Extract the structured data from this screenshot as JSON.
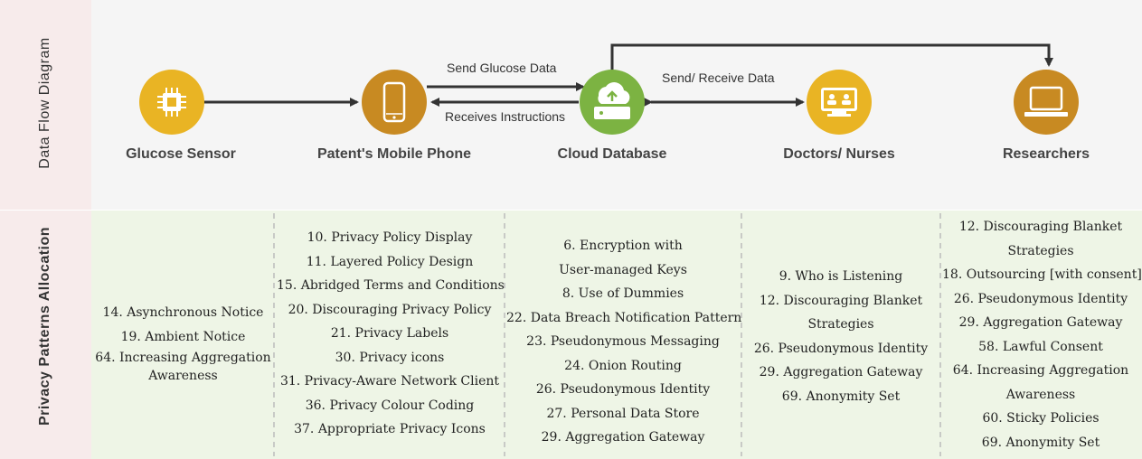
{
  "row_labels": {
    "top": "Data Flow Diagram",
    "bottom": "Privacy Patterns Allocation"
  },
  "nodes": [
    {
      "label": "Glucose Sensor",
      "icon": "chip-icon",
      "color": "#e9b424"
    },
    {
      "label": "Patent's Mobile Phone",
      "icon": "smartphone-icon",
      "color": "#c88a22"
    },
    {
      "label": "Cloud Database",
      "icon": "cloud-upload-icon",
      "color": "#7cb342"
    },
    {
      "label": "Doctors/ Nurses",
      "icon": "monitor-users-icon",
      "color": "#e9b424"
    },
    {
      "label": "Researchers",
      "icon": "laptop-icon",
      "color": "#c88a22"
    }
  ],
  "edges": {
    "send_glucose": "Send Glucose Data",
    "receives_instructions": "Receives Instructions",
    "send_receive": "Send/ Receive Data"
  },
  "columns": [
    [
      "14. Asynchronous Notice",
      "19. Ambient Notice",
      "64. Increasing Aggregation",
      "Awareness"
    ],
    [
      "10. Privacy Policy Display",
      "11. Layered Policy Design",
      "15. Abridged Terms and Conditions",
      "20. Discouraging Privacy Policy",
      "21. Privacy Labels",
      "30. Privacy icons",
      "31. Privacy-Aware Network Client",
      "36. Privacy Colour Coding",
      "37. Appropriate Privacy Icons"
    ],
    [
      "6. Encryption with",
      "User-managed Keys",
      "8. Use of Dummies",
      "22. Data Breach Notification Pattern",
      "23. Pseudonymous Messaging",
      "24. Onion Routing",
      "26. Pseudonymous Identity",
      "27. Personal Data Store",
      "29. Aggregation Gateway"
    ],
    [
      "9. Who is Listening",
      "12. Discouraging Blanket",
      "Strategies",
      "26. Pseudonymous Identity",
      "29. Aggregation Gateway",
      "69. Anonymity Set"
    ],
    [
      "12. Discouraging Blanket",
      "Strategies",
      "18. Outsourcing [with consent]",
      "26. Pseudonymous Identity",
      "29. Aggregation Gateway",
      "58. Lawful Consent",
      "64. Increasing Aggregation",
      "Awareness",
      "60. Sticky Policies",
      "69. Anonymity Set"
    ]
  ]
}
